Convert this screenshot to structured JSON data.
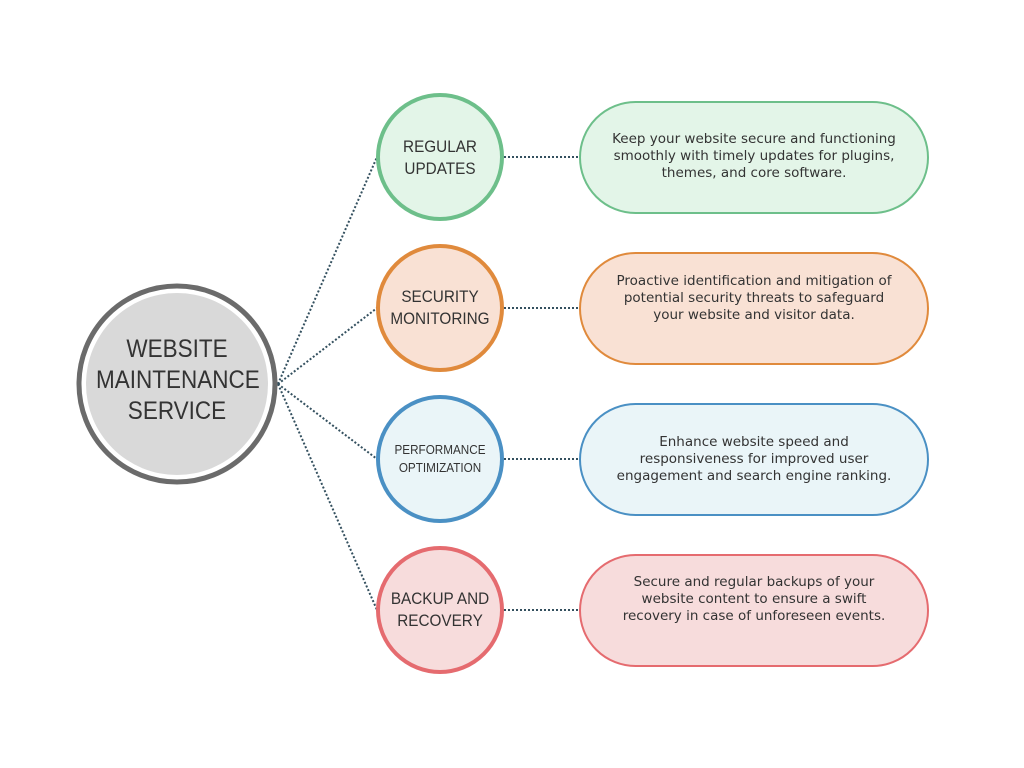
{
  "center": {
    "title": "WEBSITE MAINTENANCE SERVICE",
    "lines": [
      "WEBSITE",
      "MAINTENANCE",
      "SERVICE"
    ]
  },
  "services": [
    {
      "label": "REGULAR UPDATES",
      "description": "Keep your website secure and functioning smoothly with timely updates for plugins, themes, and core software.",
      "stroke": "#6dbf8a",
      "fill": "#e3f5e8"
    },
    {
      "label": "SECURITY MONITORING",
      "description": "Proactive identification and mitigation of potential security threats to safeguard your website and visitor data.",
      "stroke": "#e08a3c",
      "fill": "#f9e1d4"
    },
    {
      "label": "PERFORMANCE OPTIMIZATION",
      "description": "Enhance website speed and responsiveness for improved user engagement and search engine ranking.",
      "stroke": "#4a90c4",
      "fill": "#eaf5f8"
    },
    {
      "label": "BACKUP AND RECOVERY",
      "description": "Secure and regular backups of your website content to ensure a swift recovery in case of unforeseen events.",
      "stroke": "#e56b6f",
      "fill": "#f7dcdc"
    }
  ],
  "colors": {
    "connector": "#34505f",
    "center_ring": "#6b6b6b",
    "center_fill": "#d9d9d9"
  }
}
